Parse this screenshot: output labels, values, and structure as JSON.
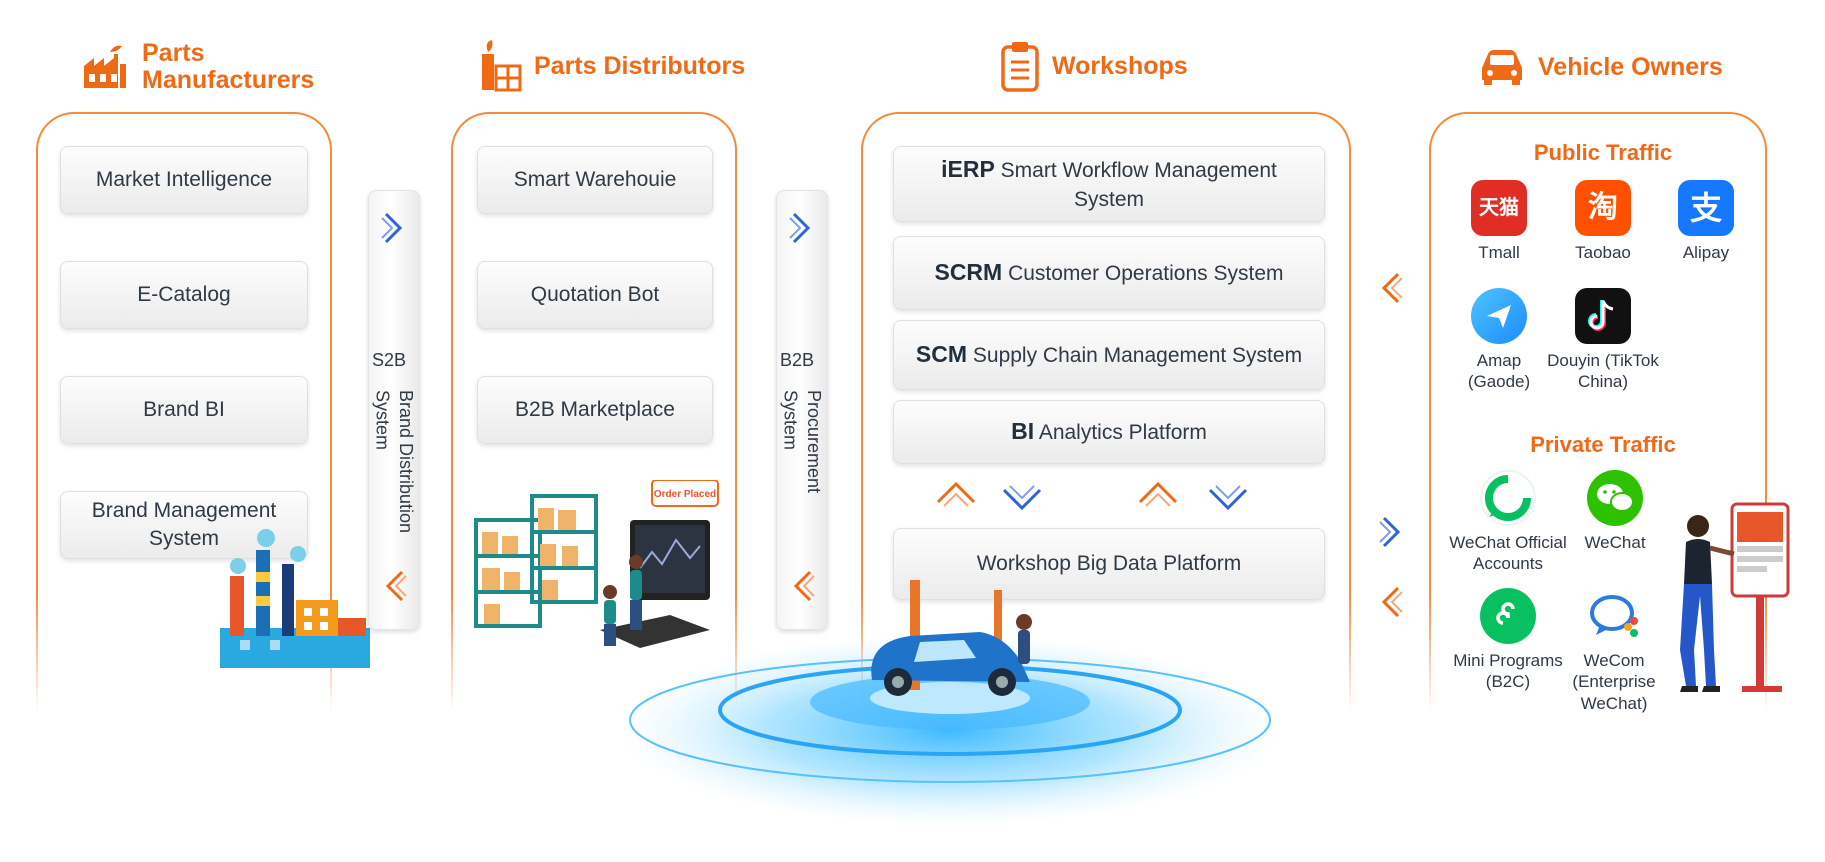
{
  "columns": {
    "manufacturers": {
      "title_line1": "Parts",
      "title_line2": "Manufacturers",
      "icon": "factory-icon",
      "cards": [
        "Market Intelligence",
        "E-Catalog",
        "Brand BI",
        "Brand Management System"
      ]
    },
    "distributors": {
      "title": "Parts Distributors",
      "icon": "warehouse-building-icon",
      "cards": [
        "Smart Warehouie",
        "Quotation Bot",
        "B2B Marketplace"
      ]
    },
    "workshops": {
      "title": "Workshops",
      "icon": "clipboard-icon",
      "systems": [
        {
          "bold": "iERP",
          "rest": "Smart Workflow Management System"
        },
        {
          "bold": "SCRM",
          "rest": "Customer Operations System"
        },
        {
          "bold": "SCM",
          "rest": "Supply Chain Management System"
        },
        {
          "bold": "BI",
          "rest": "Analytics Platform"
        }
      ],
      "big_data": "Workshop Big Data Platform"
    },
    "owners": {
      "title": "Vehicle Owners",
      "icon": "car-icon",
      "public_title": "Public Traffic",
      "private_title": "Private Traffic",
      "public_apps": [
        "Tmall",
        "Taobao",
        "Alipay",
        "Amap (Gaode)",
        "Douyin (TikTok China)"
      ],
      "private_apps": [
        "WeChat Official Accounts",
        "WeChat",
        "Mini Programs (B2C)",
        "WeCom (Enterprise WeChat)"
      ],
      "icon_texts": {
        "tmall": "天猫",
        "taobao": "淘",
        "alipay": "支"
      }
    }
  },
  "rails": {
    "s2b": {
      "label": "S2B",
      "vertical": "Brand Distribution System"
    },
    "b2b": {
      "label": "B2B",
      "vertical": "Procurement System"
    }
  },
  "illustration_text": {
    "screen_tag": "Order Placed"
  },
  "colors": {
    "accent": "#f06a16",
    "blue": "#2f64d8",
    "card_text": "#2f3a46"
  }
}
